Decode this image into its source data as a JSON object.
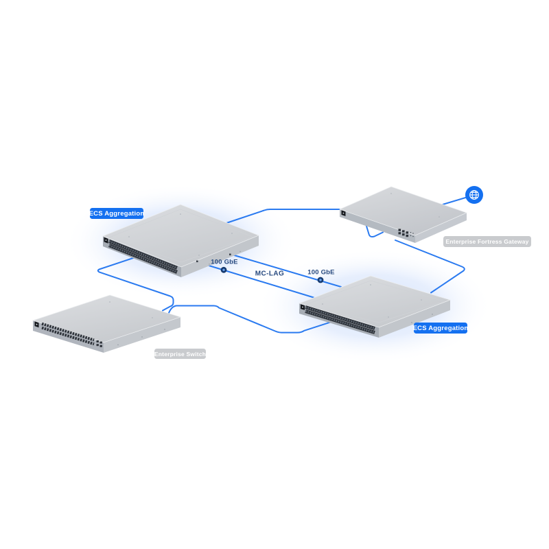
{
  "diagram": {
    "background": "#ffffff",
    "colors": {
      "link_blue": "#2a7af0",
      "badge_blue": "#1470f0",
      "badge_gray": "#c9cbce",
      "label_navy": "#27497f",
      "glow_blue": "#cfe0fb",
      "device_top": "#d6d9dc",
      "device_port_face": "#a6acb4"
    },
    "devices": [
      {
        "id": "ecs-aggregation-1",
        "label": "ECS Aggregation",
        "badge_style": "blue"
      },
      {
        "id": "enterprise-fortress-gateway",
        "label": "Enterprise Fortress Gateway",
        "badge_style": "gray"
      },
      {
        "id": "enterprise-switch",
        "label": "Enterprise Switch",
        "badge_style": "gray"
      },
      {
        "id": "ecs-aggregation-2",
        "label": "ECS Aggregation",
        "badge_style": "blue"
      }
    ],
    "links": {
      "mclag_label": "MC-LAG",
      "speed_left": "100 GbE",
      "speed_right": "100 GbE"
    },
    "icons": {
      "internet": "globe-icon"
    }
  }
}
